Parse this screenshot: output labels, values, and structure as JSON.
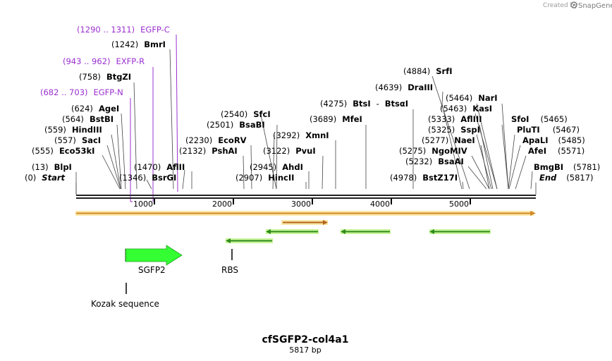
{
  "credit": {
    "text": "Created by",
    "brand": "SnapGene"
  },
  "map": {
    "title": "cfSGFP2-col4a1",
    "length_label": "5817 bp",
    "ticks": [
      "1000",
      "2000",
      "3000",
      "4000",
      "5000"
    ]
  },
  "left_labels": [
    {
      "pos": "(0)",
      "name": "Start"
    },
    {
      "pos": "(13)",
      "name": "BlpI"
    },
    {
      "pos": "(555)",
      "name": "Eco53kI"
    },
    {
      "pos": "(557)",
      "name": "SacI"
    },
    {
      "pos": "(559)",
      "name": "HindIII"
    },
    {
      "pos": "(564)",
      "name": "BstBI"
    },
    {
      "pos": "(624)",
      "name": "AgeI"
    },
    {
      "pos": "(682 .. 703)",
      "name": "EGFP-N"
    },
    {
      "pos": "(758)",
      "name": "BtgZI"
    },
    {
      "pos": "(943 .. 962)",
      "name": "EXFP-R"
    },
    {
      "pos": "(1242)",
      "name": "BmrI"
    },
    {
      "pos": "(1290 .. 1311)",
      "name": "EGFP-C"
    },
    {
      "pos": "(1346)",
      "name": "BsrGI"
    },
    {
      "pos": "(1470)",
      "name": "AflII"
    }
  ],
  "middle_labels": [
    {
      "pos": "(2132)",
      "name": "PshAI"
    },
    {
      "pos": "(2230)",
      "name": "EcoRV"
    },
    {
      "pos": "(2501)",
      "name": "BsaBI"
    },
    {
      "pos": "(2540)",
      "name": "SfcI"
    },
    {
      "pos": "(2907)",
      "name": "HincII"
    },
    {
      "pos": "(2945)",
      "name": "AhdI"
    },
    {
      "pos": "(3122)",
      "name": "PvuI"
    },
    {
      "pos": "(3292)",
      "name": "XmnI"
    },
    {
      "pos": "(3689)",
      "name": "MfeI"
    },
    {
      "pos": "(4275)",
      "name": "BtsI",
      "dash": "-",
      "name2": "BtsαI"
    }
  ],
  "right_labels": [
    {
      "pos": "(4884)",
      "name": "SrfI"
    },
    {
      "pos": "(4639)",
      "name": "DraIII"
    },
    {
      "pos": "(5464)",
      "name": "NarI"
    },
    {
      "pos": "(5463)",
      "name": "KasI"
    },
    {
      "pos": "(5333)",
      "name": "AflIII"
    },
    {
      "pos": "(5325)",
      "name": "SspI"
    },
    {
      "pos": "(5277)",
      "name": "NaeI"
    },
    {
      "pos": "(5275)",
      "name": "NgoMIV"
    },
    {
      "pos": "(5232)",
      "name": "BsaAI"
    },
    {
      "pos": "(4978)",
      "name": "BstZ17I"
    },
    {
      "name": "SfoI",
      "pos": "(5465)"
    },
    {
      "name": "PluTI",
      "pos": "(5467)"
    },
    {
      "name": "ApaLI",
      "pos": "(5485)"
    },
    {
      "name": "AfeI",
      "pos": "(5571)"
    },
    {
      "name": "BmgBI",
      "pos": "(5781)"
    },
    {
      "name": "End",
      "pos": "(5817)"
    }
  ],
  "features": {
    "sgfp2": "SGFP2",
    "rbs": "RBS",
    "kozak": "Kozak sequence"
  },
  "colors": {
    "primer": "#9b30d0",
    "sgfp2": "#33ff33",
    "orf": "#d08a28",
    "green_arrow": "#2e8b1a",
    "backbone": "#222222"
  }
}
